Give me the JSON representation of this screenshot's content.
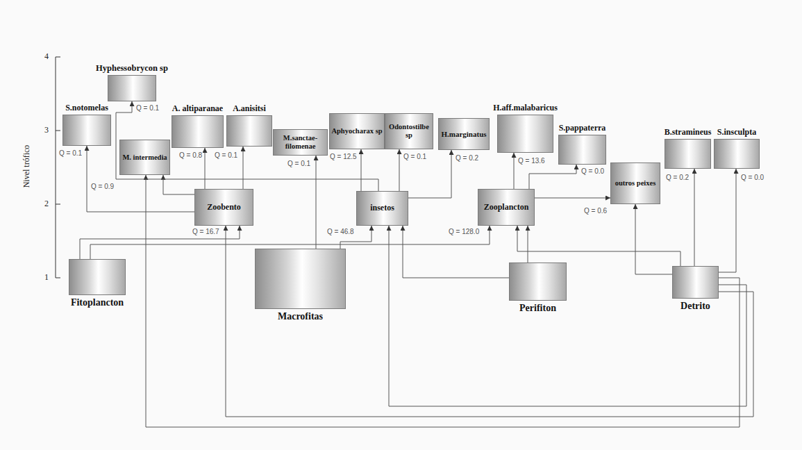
{
  "diagram": {
    "nodes": [
      {
        "text": [
          "Hyphessobrycon sp"
        ]
      },
      {
        "text": [
          "S.notomelas"
        ]
      },
      {
        "text": [
          "A. altiparanae"
        ]
      },
      {
        "text": [
          "A.anisitsi"
        ]
      },
      {
        "text": [
          "M.sanctae- filomenae"
        ]
      },
      {
        "text": [
          "Aphyocharax sp"
        ]
      },
      {
        "text": [
          "Odontostilbe sp"
        ]
      },
      {
        "text": [
          "H.marginatus"
        ]
      },
      {
        "text": [
          "H.aff.malabaricus"
        ]
      },
      {
        "text": [
          "S.pappaterra"
        ]
      },
      {
        "text": [
          "M. intermedia"
        ]
      },
      {
        "text": [
          "outros peixes"
        ]
      },
      {
        "text": [
          "B.stramineus"
        ]
      },
      {
        "text": [
          "S.insculpta"
        ]
      },
      {
        "text": [
          "Zoobento"
        ]
      },
      {
        "text": [
          "insetos"
        ]
      },
      {
        "text": [
          "Zooplancton"
        ]
      },
      {
        "text": [
          "Fitoplancton"
        ]
      },
      {
        "text": [
          "Macrofitas"
        ]
      },
      {
        "text": [
          "Perifiton"
        ]
      },
      {
        "text": [
          "Detrito"
        ]
      }
    ],
    "edges": [
      {
        "from": 17,
        "to": 14,
        "arrow": "to"
      },
      {
        "from": 17,
        "to": 16,
        "arrow": "to"
      },
      {
        "from": 18,
        "to": 15,
        "arrow": "to"
      },
      {
        "from": 18,
        "to": 4,
        "arrow": "to"
      },
      {
        "from": 19,
        "to": 16,
        "arrow": "to"
      },
      {
        "from": 19,
        "to": 15,
        "arrow": "to"
      },
      {
        "from": 20,
        "to": 16,
        "arrow": "to"
      },
      {
        "from": 20,
        "to": 14,
        "arrow": "to"
      },
      {
        "from": 20,
        "to": 15,
        "arrow": "to"
      },
      {
        "from": 20,
        "to": 10,
        "arrow": "to"
      },
      {
        "from": 20,
        "to": 11,
        "arrow": "to"
      },
      {
        "from": 20,
        "to": 12,
        "arrow": "to"
      },
      {
        "from": 20,
        "to": 13,
        "arrow": "to"
      },
      {
        "from": 14,
        "to": 1,
        "arrow": "to"
      },
      {
        "from": 14,
        "to": 10,
        "arrow": "to"
      },
      {
        "from": 14,
        "to": 2,
        "arrow": "to"
      },
      {
        "from": 14,
        "to": 3,
        "arrow": "to"
      },
      {
        "from": 15,
        "to": 5,
        "arrow": "to"
      },
      {
        "from": 15,
        "to": 0,
        "arrow": "to"
      },
      {
        "from": 15,
        "to": 6,
        "arrow": "to"
      },
      {
        "from": 15,
        "to": 7,
        "arrow": "to"
      },
      {
        "from": 16,
        "to": 8,
        "arrow": "to"
      },
      {
        "from": 16,
        "to": 9,
        "arrow": "to"
      },
      {
        "from": 16,
        "to": 11,
        "arrow": "to"
      }
    ],
    "labels": [
      "4",
      "3",
      "2",
      "1",
      "Nivel trófico",
      "Q = 0.1",
      "Q = 0.1",
      "Q = 0.8",
      "Q = 0.1",
      "Q = 0.1",
      "Q = 12.5",
      "Q = 0.1",
      "Q = 0.2",
      "Q = 0.9",
      "Q = 13.6",
      "Q = 0.0",
      "Q = 0.2",
      "Q = 0.0",
      "Q = 0.6",
      "Q = 46.8",
      "Q = 16.7",
      "Q = 128.0"
    ]
  }
}
